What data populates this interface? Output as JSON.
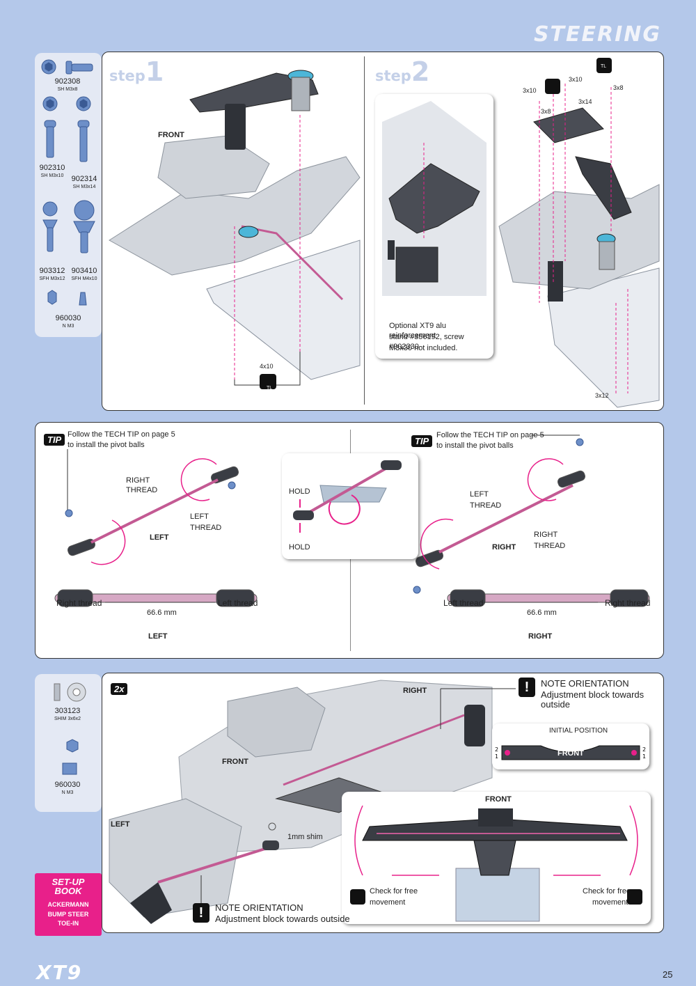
{
  "header": {
    "section_title": "STEERING"
  },
  "parts_top": [
    {
      "code": "902308",
      "desc": "SH M3x8"
    },
    {
      "code": "902310",
      "desc": "SH M3x10"
    },
    {
      "code": "902314",
      "desc": "SH M3x14"
    },
    {
      "code": "903312",
      "desc": "SFH M3x12"
    },
    {
      "code": "903410",
      "desc": "SFH M4x10"
    },
    {
      "code": "960030",
      "desc": "N M3"
    }
  ],
  "step1": {
    "label": "step",
    "number": "1",
    "front": "FRONT",
    "screw": "4x10",
    "tl": "TL"
  },
  "step2": {
    "label": "step",
    "number": "2",
    "screws": [
      "3x10",
      "3x10",
      "3x8",
      "3x14",
      "3x8",
      "3x12"
    ],
    "tl": "TL",
    "note_lines": [
      "Optional XT9 alu reinforcement",
      "stand #356192, screw #902330",
      "M3x30 not included."
    ]
  },
  "links": {
    "tip_badge": "TIP",
    "tip_line1": "Follow the TECH TIP on page 5",
    "tip_line2": "to install the pivot balls",
    "left": {
      "right_thread_1": "RIGHT",
      "right_thread_2": "THREAD",
      "left_thread_1": "LEFT",
      "left_thread_2": "THREAD",
      "name": "LEFT"
    },
    "right": {
      "left_thread_1": "LEFT",
      "left_thread_2": "THREAD",
      "right_thread_1": "RIGHT",
      "right_thread_2": "THREAD",
      "name": "RIGHT"
    },
    "hold": "HOLD",
    "measure_left": {
      "a": "Right thread",
      "b": "Left thread",
      "len": "66.6 mm",
      "name": "LEFT"
    },
    "measure_right": {
      "a": "Left thread",
      "b": "Right thread",
      "len": "66.6 mm",
      "name": "RIGHT"
    }
  },
  "parts_bottom": [
    {
      "code": "303123",
      "desc": "SHIM 3x6x2"
    },
    {
      "code": "960030",
      "desc": "N M3"
    }
  ],
  "assembly": {
    "qty": "2x",
    "right": "RIGHT",
    "front": "FRONT",
    "left": "LEFT",
    "shim": "1mm shim",
    "note_title": "NOTE ORIENTATION",
    "note_text": "Adjustment block towards outside",
    "initial_position": "INITIAL POSITION",
    "initial_front": "FRONT",
    "check1_a": "Check for free",
    "check1_b": "movement",
    "check2_a": "Check for free",
    "check2_b": "movement",
    "front2": "FRONT"
  },
  "setup_book": {
    "title1": "SET-UP",
    "title2": "BOOK",
    "items": [
      "ACKERMANN",
      "BUMP STEER",
      "TOE-IN"
    ]
  },
  "footer": {
    "brand": "XT9",
    "page": "25"
  }
}
